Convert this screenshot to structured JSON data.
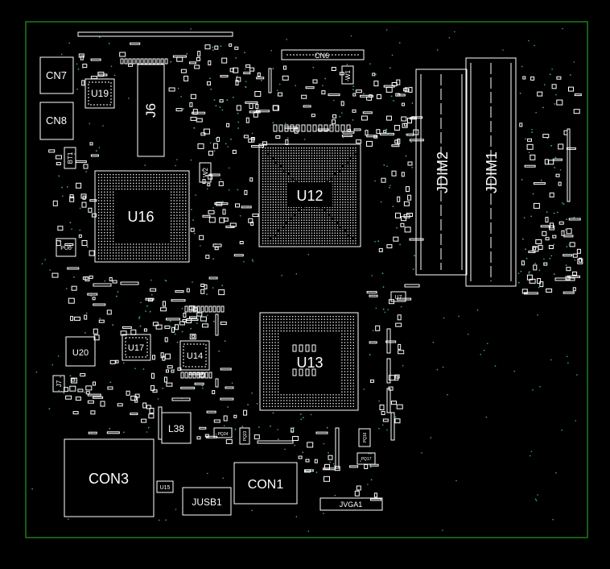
{
  "board": {
    "outline_color": "#1e7a1e",
    "component_color": "#ffffff",
    "via_color": "#3fa9a0",
    "background": "#000000"
  },
  "labels": {
    "cn7": "CN7",
    "cn8": "CN8",
    "u19": "U19",
    "j6": "J6",
    "cn6": "CN6",
    "w1": "W1",
    "bt1": "BT1",
    "w2": "W2",
    "u12": "U12",
    "u16": "U16",
    "pu6": "PU6",
    "jdim2": "JDIM2",
    "jdim1": "JDIM1",
    "u7": "U7",
    "u20": "U20",
    "u17": "U17",
    "u14": "U14",
    "u13": "U13",
    "j7": "J7",
    "l38": "L38",
    "pq24": "PQ24",
    "pq23": "PQ23",
    "pq16": "PQ16",
    "pq17": "PQ17",
    "con3": "CON3",
    "u15": "U15",
    "jusb1": "JUSB1",
    "con1": "CON1",
    "jvga1": "JVGA1"
  }
}
